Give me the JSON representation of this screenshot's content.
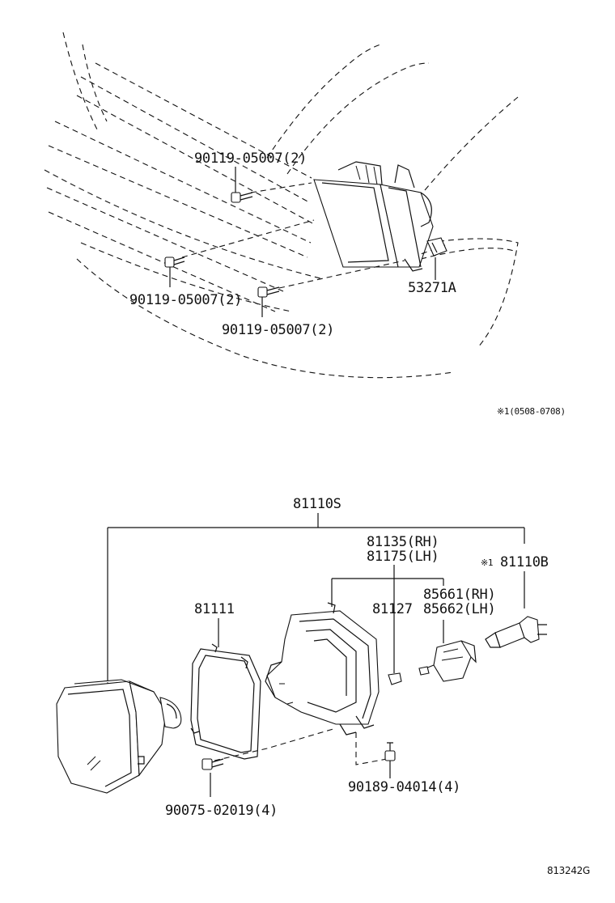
{
  "upper": {
    "bolt_top": "90119-05007(2)",
    "bolt_left": "90119-05007(2)",
    "bolt_bottom": "90119-05007(2)",
    "adjuster": "53271A",
    "period_note": "※1(0508-0708)"
  },
  "lower": {
    "assembly": "81110S",
    "housing_rh": "81135(RH)",
    "housing_lh": "81175(LH)",
    "bulb_mark": "※1",
    "bulb": "81110B",
    "retaining_ring": "81111",
    "nut": "81127",
    "adjuster_rh": "85661(RH)",
    "adjuster_lh": "85662(LH)",
    "screw": "90075-02019(4)",
    "bolt": "90189-04014(4)"
  },
  "diagram_code": "813242G"
}
